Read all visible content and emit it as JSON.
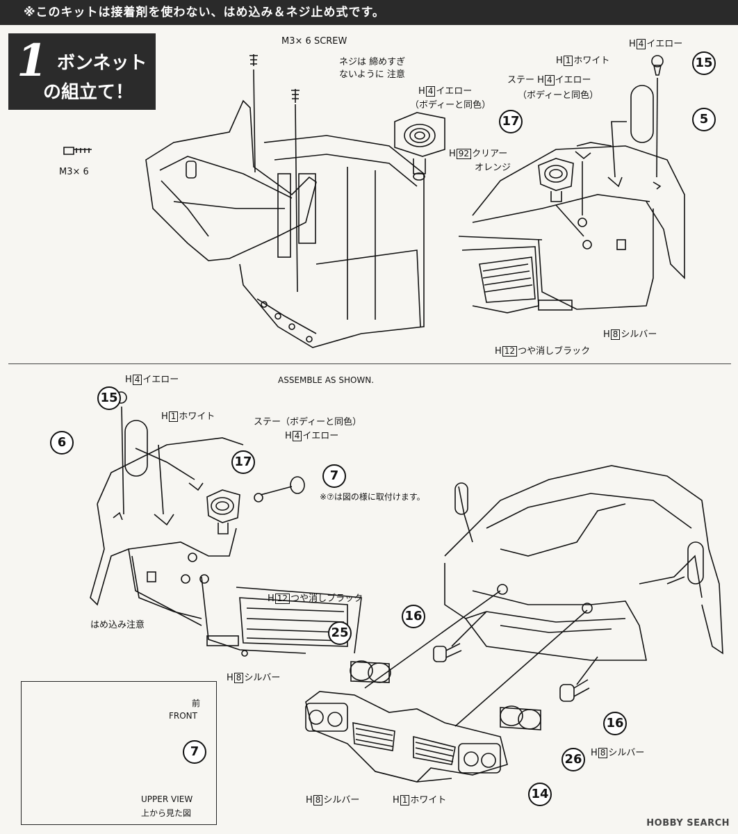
{
  "banner": "※このキットは接着剤を使わない、はめ込み＆ネジ止め式です。",
  "step": {
    "number": "1",
    "title": "ボンネット",
    "subtitle": "の組立て！"
  },
  "top": {
    "screw_label": "M3× 6",
    "screw_caption": "SCREW",
    "screw_note_1": "ネジは 締めすぎ",
    "screw_note_2": "ないように 注意",
    "side_screw_label": "M3× 6",
    "lamp_color": {
      "code": "4",
      "text": "イエロー"
    },
    "lamp_color_note": "（ボディーと同色）",
    "lens_color": {
      "code": "92",
      "text": "クリアー"
    },
    "lens_color_2": "オレンジ",
    "knob_color": {
      "code": "4",
      "text": "イエロー"
    },
    "mirror_color": {
      "code": "1",
      "text": "ホワイト"
    },
    "stay_label": "ステー",
    "stay_color": {
      "code": "4",
      "text": "イエロー"
    },
    "stay_note": "（ボディーと同色）",
    "silver": {
      "code": "8",
      "text": "シルバー"
    },
    "matte_black": {
      "code": "12",
      "text": "つや消しブラック"
    }
  },
  "bottom": {
    "knob_color": {
      "code": "4",
      "text": "イエロー"
    },
    "mirror_color": {
      "code": "1",
      "text": "ホワイト"
    },
    "stay_label": "ステー（ボディーと同色）",
    "stay_color": {
      "code": "4",
      "text": "イエロー"
    },
    "assemble_note": "ASSEMBLE AS SHOWN.",
    "part7_note": "※⑦は図の様に取付けます。",
    "matte_black": {
      "code": "12",
      "text": "つや消しブラック"
    },
    "fit_note": "はめ込み注意",
    "silver_left": {
      "code": "8",
      "text": "シルバー"
    },
    "silver_right": {
      "code": "8",
      "text": "シルバー"
    },
    "silver_grille": {
      "code": "8",
      "text": "シルバー"
    },
    "white_grille": {
      "code": "1",
      "text": "ホワイト"
    }
  },
  "inset": {
    "front_jp": "前",
    "front_en": "FRONT",
    "view_en": "UPPER VIEW",
    "view_jp": "上から見た図"
  },
  "parts": {
    "p5": "5",
    "p6": "6",
    "p7": "7",
    "p14": "14",
    "p15": "15",
    "p16": "16",
    "p17": "17",
    "p25": "25",
    "p26": "26"
  },
  "code_prefix": "H",
  "watermark": "HOBBY SEARCH"
}
